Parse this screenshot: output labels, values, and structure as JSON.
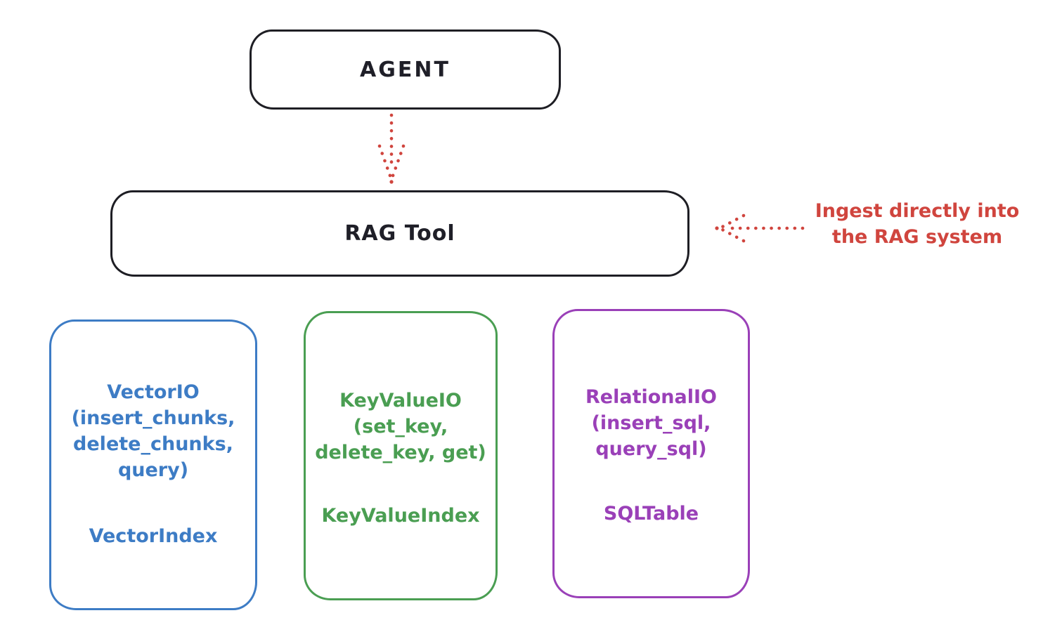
{
  "diagram": {
    "agent_box": {
      "label": "AGENT"
    },
    "rag_tool_box": {
      "label": "RAG Tool"
    },
    "annotation": {
      "lines": [
        "Ingest directly into",
        "the RAG system"
      ],
      "color": "#d0453e"
    },
    "arrows": [
      {
        "name": "agent-to-rag-tool",
        "style": "dotted",
        "color": "#d0453e",
        "direction": "down"
      },
      {
        "name": "annotation-to-rag-tool",
        "style": "dotted",
        "color": "#d0453e",
        "direction": "left"
      }
    ],
    "storage_boxes": [
      {
        "name": "vector-io",
        "color": "#3d7cc5",
        "lines": [
          "VectorIO",
          "(insert_chunks,",
          "delete_chunks,",
          "query)"
        ],
        "index_label": "VectorIndex"
      },
      {
        "name": "keyvalue-io",
        "color": "#4a9e52",
        "lines": [
          "KeyValueIO",
          "(set_key,",
          "delete_key, get)"
        ],
        "index_label": "KeyValueIndex"
      },
      {
        "name": "relational-io",
        "color": "#9a40b8",
        "lines": [
          "RelationalIO",
          "(insert_sql,",
          "query_sql)"
        ],
        "index_label": "SQLTable"
      }
    ],
    "colors": {
      "ink": "#1e1e24",
      "red": "#d0453e",
      "blue": "#3d7cc5",
      "green": "#4a9e52",
      "purple": "#9a40b8"
    }
  }
}
